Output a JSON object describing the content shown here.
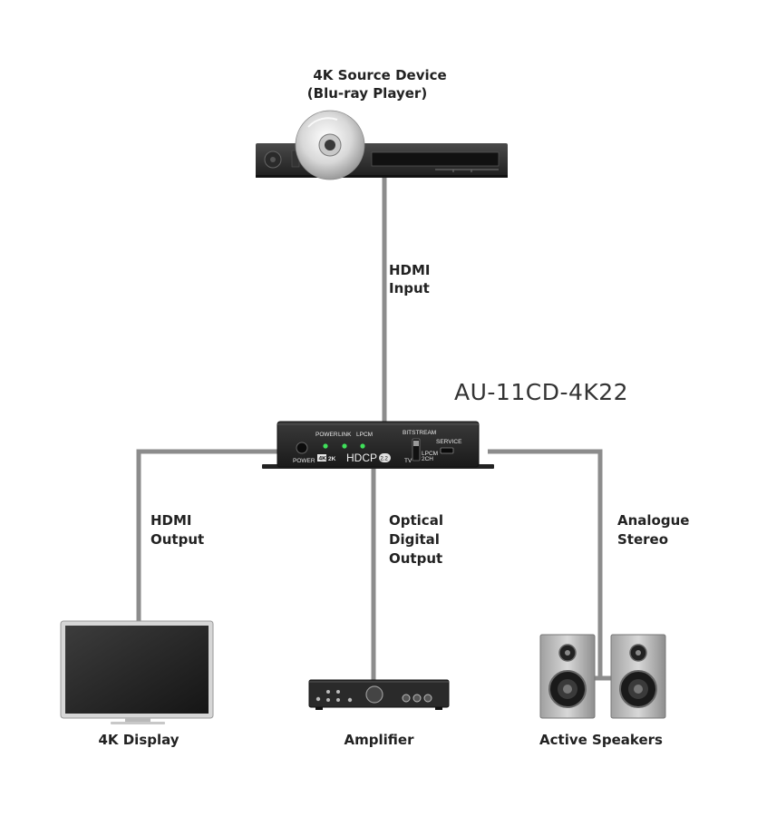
{
  "source": {
    "line1": "4K Source Device",
    "line2": "(Blu-ray Player)"
  },
  "model": "AU-11CD-4K22",
  "connections": {
    "hdmi_input": [
      "HDMI",
      "Input"
    ],
    "hdmi_output": [
      "HDMI",
      "Output"
    ],
    "optical_output": [
      "Optical",
      "Digital",
      "Output"
    ],
    "analogue_stereo": [
      "Analogue",
      "Stereo"
    ]
  },
  "device_panel": {
    "power_led": "POWER",
    "link_led": "LINK",
    "lpcm_led": "LPCM",
    "bitstream": "BITSTREAM",
    "service": "SERVICE",
    "power_button": "POWER",
    "res_badge_a": "4K",
    "res_badge_b": "2K",
    "hdcp": "HDCP",
    "hdcp_version": "2.2",
    "switch_tv": "TV",
    "switch_lpcm": "LPCM",
    "switch_2ch": "2CH"
  },
  "outputs": {
    "display": "4K Display",
    "amplifier": "Amplifier",
    "speakers": "Active Speakers"
  },
  "colors": {
    "cable": "#8c8c8c",
    "led": "#3fe05a",
    "device": "#2b2b2b"
  }
}
